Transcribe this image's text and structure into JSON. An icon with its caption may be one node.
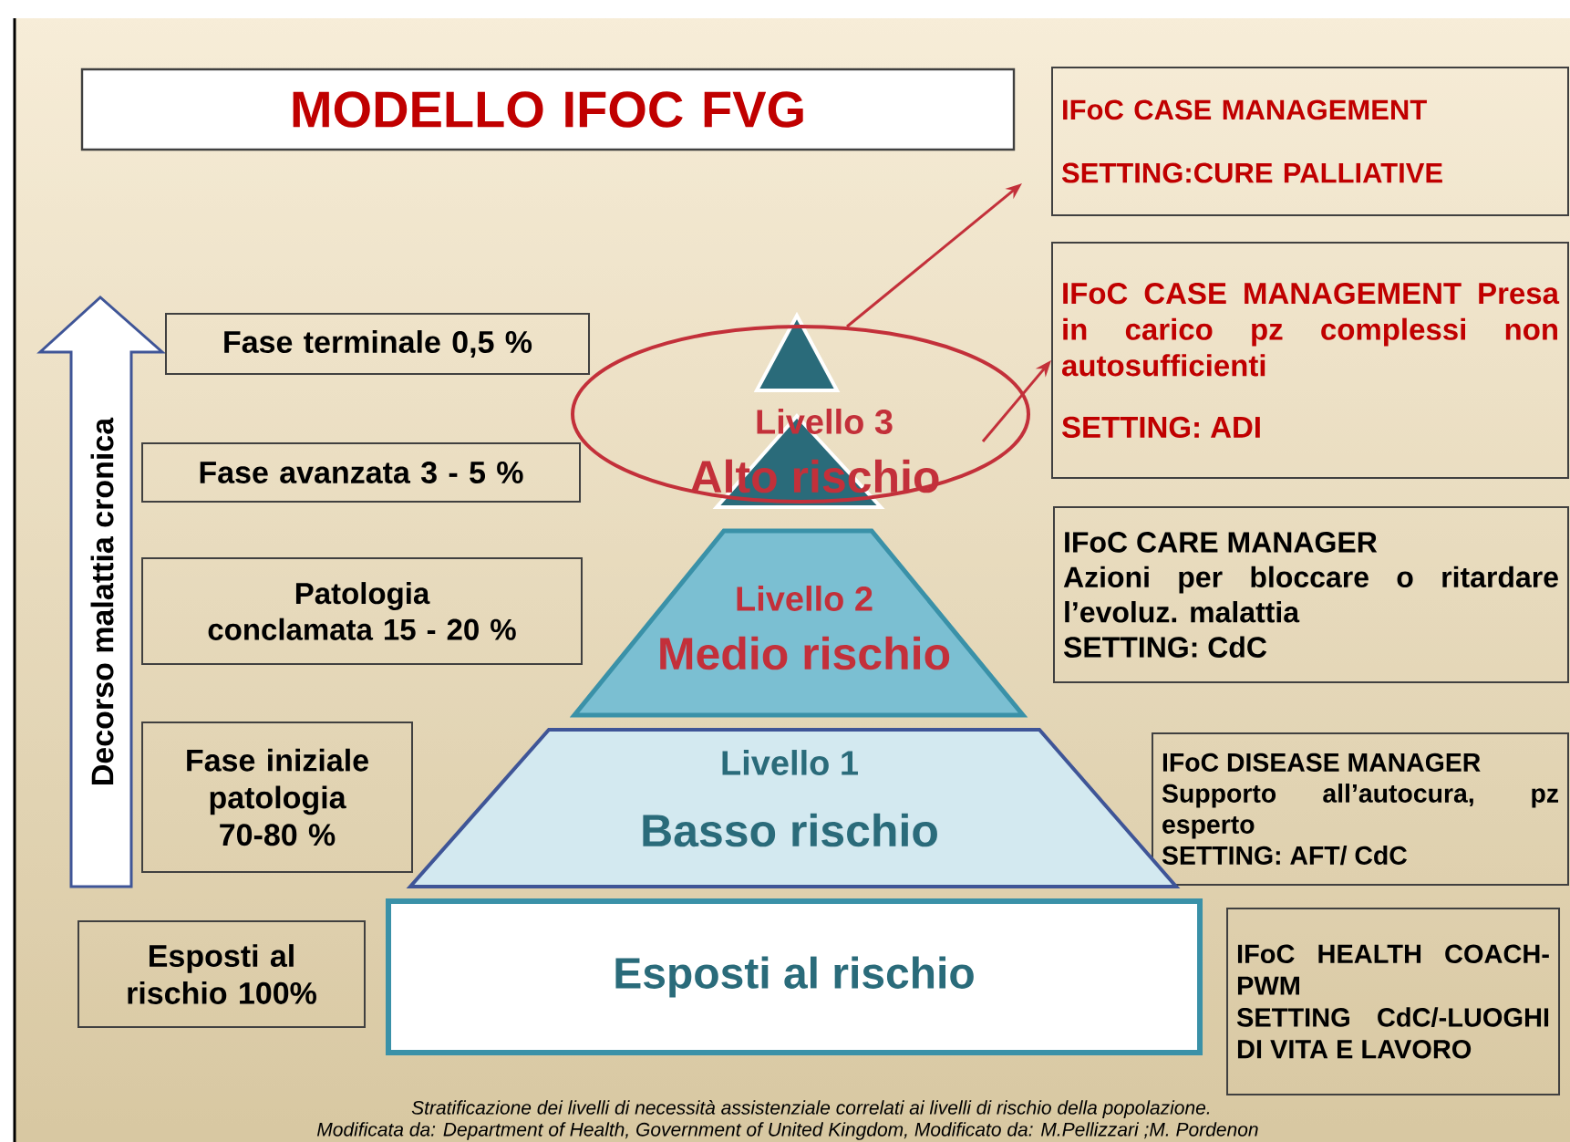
{
  "diagram": {
    "nodes": [
      {
        "text": [
          "MODELLO IFOC FVG"
        ]
      },
      {
        "text": [
          "IFoC CASE MANAGEMENT",
          "SETTING:CURE PALLIATIVE"
        ]
      },
      {
        "text": [
          "IFoC CASE MANAGEMENT Presa in carico pz complessi non autosufficienti",
          "SETTING: ADI"
        ]
      },
      {
        "text": [
          "IFoC CARE MANAGER",
          "Azioni per bloccare o ritardare l’evoluz. malattia",
          "SETTING: CdC"
        ]
      },
      {
        "text": [
          "IFoC DISEASE MANAGER",
          "Supporto all’autocura, pz esperto",
          "SETTING: AFT/ CdC"
        ]
      },
      {
        "text": [
          "IFoC HEALTH COACH-PWM",
          "SETTING CdC/-LUOGHI DI VITA E LAVORO"
        ]
      },
      {
        "text": [
          "Fase terminale 0,5 %"
        ]
      },
      {
        "text": [
          "Fase avanzata 3 - 5 %"
        ]
      },
      {
        "text": [
          "Patologia conclamata 15 - 20 %"
        ]
      },
      {
        "text": [
          "Fase iniziale patologia 70-80 %"
        ]
      },
      {
        "text": [
          "Esposti al rischio 100%"
        ]
      },
      {
        "text": [],
        "shape": "triangle"
      },
      {
        "text": [
          "Livello 3",
          "Alto rischio"
        ]
      },
      {
        "text": [
          "Livello 2",
          "Medio rischio"
        ]
      },
      {
        "text": [
          "Livello 1",
          "Basso rischio"
        ]
      },
      {
        "text": [
          "Esposti al rischio"
        ]
      }
    ],
    "edges": [
      {
        "from": 12,
        "to": 1,
        "arrow": "to"
      },
      {
        "from": 12,
        "to": 2,
        "arrow": "to"
      }
    ],
    "labels": [
      "Decorso malattia cronica",
      "Stratificazione dei livelli di necessità assistenziale correlati ai livelli di rischio della popolazione.",
      "Modificata da: Department of Health, Government of United Kingdom, Modificato da: M.Pellizzari ;M. Pordenon"
    ]
  }
}
